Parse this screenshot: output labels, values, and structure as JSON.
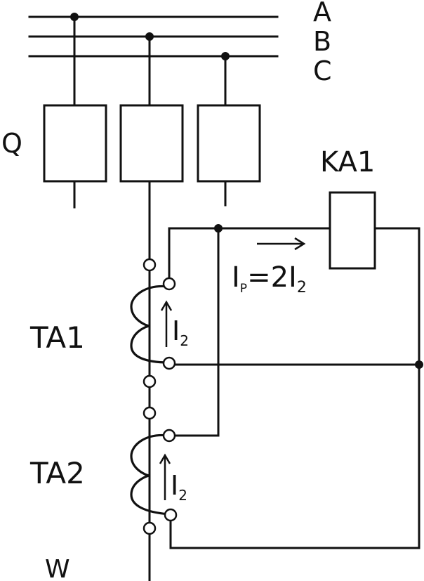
{
  "phases": [
    "A",
    "B",
    "C"
  ],
  "breaker_label": "Q",
  "relay_label": "KA1",
  "ct1_label": "TA1",
  "ct2_label": "TA2",
  "line_label": "W",
  "relay_current": {
    "symbol": "I",
    "subscript": "P",
    "equation": "=2I",
    "subscript2": "2"
  },
  "secondary_current": {
    "symbol": "I",
    "subscript": "2"
  },
  "colors": {
    "ink": "#111111",
    "background": "#ffffff"
  }
}
